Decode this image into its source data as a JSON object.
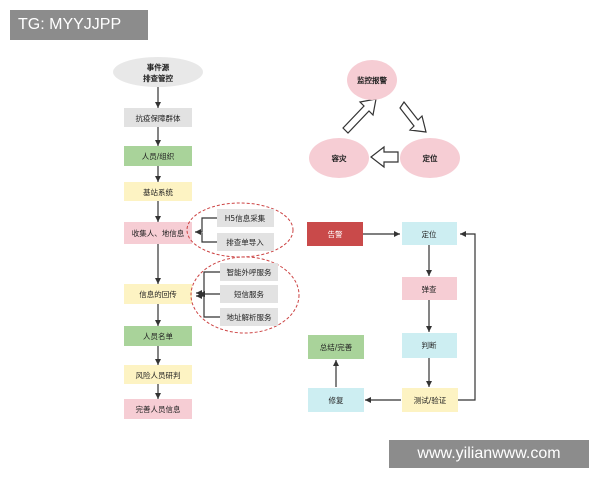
{
  "overlay": {
    "top_tag": "TG: MYYJJPP",
    "bottom_watermark": "www.yilianwww.com"
  },
  "colors": {
    "grey": "#e2e2e2",
    "green": "#a9d39a",
    "yellow": "#fdf3c3",
    "pink": "#f6cdd4",
    "cyan": "#cdeef2",
    "red": "#c94a4a",
    "arrow": "#333333",
    "dash": "#cc4444"
  },
  "left_flow": {
    "start": [
      "事件源",
      "排查管控"
    ],
    "steps": [
      "抗疫保障群体",
      "人员/组织",
      "基站系统",
      "收集人、地信息",
      "信息的回传",
      "人员名单",
      "风险人员研判",
      "完善人员信息"
    ],
    "collect_sources": [
      "H5信息采集",
      "排查单导入"
    ],
    "return_services": [
      "智能外呼服务",
      "短信服务",
      "地址解析服务"
    ]
  },
  "cycle": {
    "nodes": [
      "监控报警",
      "定位",
      "容灾"
    ]
  },
  "right_flow": {
    "alarm": "告警",
    "locate": "定位",
    "review": "弹查",
    "judge": "判断",
    "test": "测试/验证",
    "repair": "修复",
    "summary": "总结/完善"
  }
}
